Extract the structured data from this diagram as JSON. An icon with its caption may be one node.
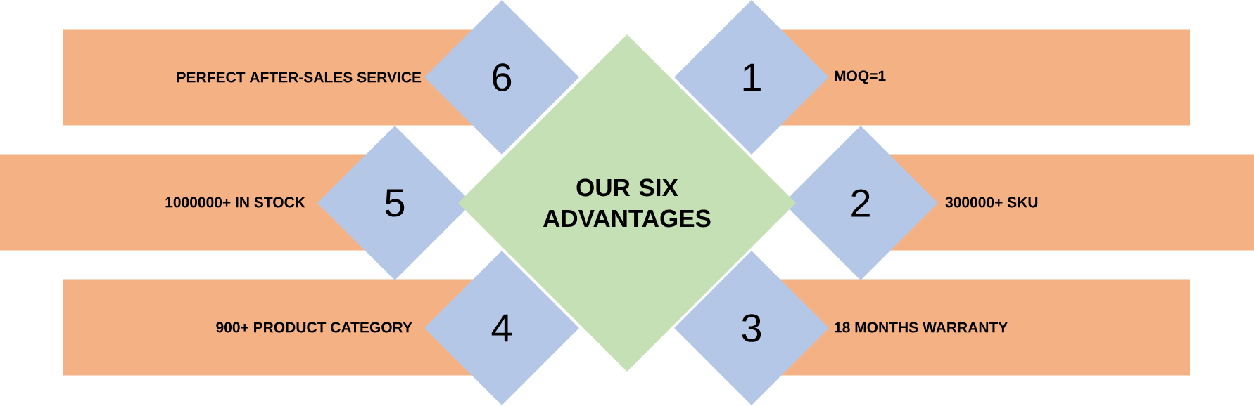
{
  "diagram": {
    "nodes": [
      {
        "text": [
          "OUR SIX ADVANTAGES"
        ]
      },
      {
        "text": [
          "1"
        ]
      },
      {
        "text": [
          "MOQ=1"
        ]
      },
      {
        "text": [
          "2"
        ]
      },
      {
        "text": [
          "300000+ SKU"
        ]
      },
      {
        "text": [
          "3"
        ]
      },
      {
        "text": [
          "18 MONTHS WARRANTY"
        ]
      },
      {
        "text": [
          "4"
        ]
      },
      {
        "text": [
          "900+ PRODUCT CATEGORY"
        ]
      },
      {
        "text": [
          "5"
        ]
      },
      {
        "text": [
          "1000000+ IN STOCK"
        ]
      },
      {
        "text": [
          "6"
        ]
      },
      {
        "text": [
          "PERFECT AFTER-SALES SERVICE"
        ]
      }
    ]
  }
}
